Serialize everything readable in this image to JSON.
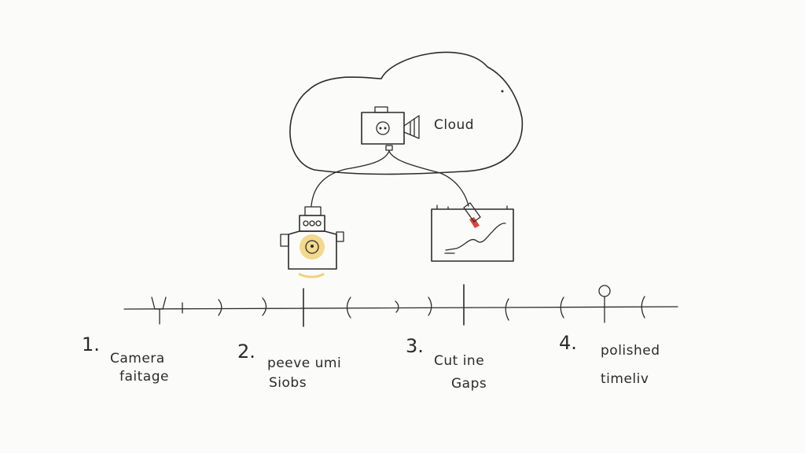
{
  "cloud": {
    "label": "Cloud"
  },
  "steps": [
    {
      "number": "1.",
      "line1": "Camera",
      "line2": "faitage"
    },
    {
      "number": "2.",
      "line1": "peeve umi",
      "line2": "Siobs"
    },
    {
      "number": "3.",
      "line1": "Cut ine",
      "line2": "Gaps"
    },
    {
      "number": "4.",
      "line1": "polished",
      "line2": "timeliv"
    }
  ],
  "colors": {
    "ink": "#2b2b2b",
    "lens_fill": "#f1d27a",
    "edit_mark": "#d9453a",
    "background": "#fbfbf9"
  }
}
